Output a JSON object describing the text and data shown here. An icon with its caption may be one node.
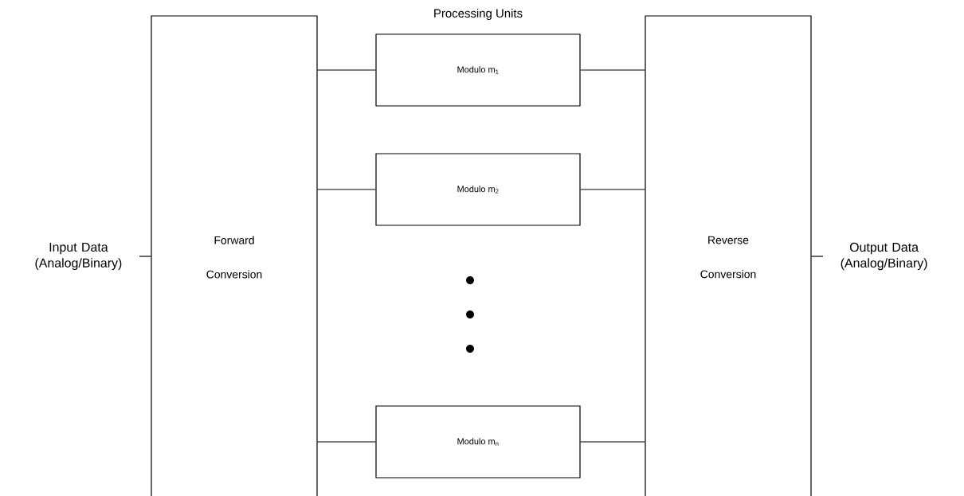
{
  "diagram": {
    "nodes": [
      {
        "text": [
          "Input Data (Analog/Binary)"
        ]
      },
      {
        "text": [
          "Forward Conversion"
        ]
      },
      {
        "text": [
          "Modulo m$_{1}$"
        ]
      },
      {
        "text": [
          "Modulo m$_{2}$"
        ]
      },
      {
        "text": [
          "Modulo m$_{n}$"
        ]
      },
      {
        "text": [
          "Reverse Conversion"
        ]
      },
      {
        "text": [
          "Output Data (Analog/Binary)"
        ]
      }
    ],
    "edges": [
      {
        "from": 0,
        "to": 1,
        "arrow": "none"
      },
      {
        "from": 1,
        "to": 2,
        "arrow": "none"
      },
      {
        "from": 1,
        "to": 3,
        "arrow": "none"
      },
      {
        "from": 1,
        "to": 4,
        "arrow": "none"
      },
      {
        "from": 2,
        "to": 5,
        "arrow": "none"
      },
      {
        "from": 3,
        "to": 5,
        "arrow": "none"
      },
      {
        "from": 4,
        "to": 5,
        "arrow": "none"
      },
      {
        "from": 5,
        "to": 6,
        "arrow": "none"
      }
    ],
    "labels": [
      "Processing Units"
    ]
  }
}
